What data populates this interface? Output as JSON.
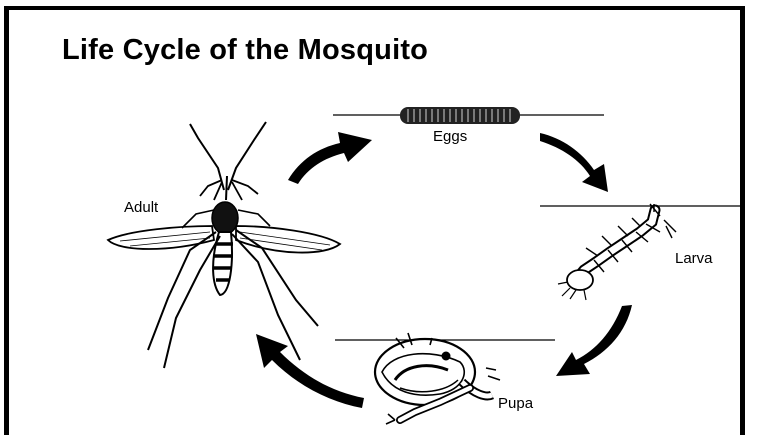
{
  "title": "Life Cycle of the Mosquito",
  "stages": {
    "eggs": "Eggs",
    "larva": "Larva",
    "pupa": "Pupa",
    "adult": "Adult"
  },
  "colors": {
    "ink": "#000000",
    "background": "#ffffff"
  },
  "icons": [
    "mosquito-adult-icon",
    "egg-raft-icon",
    "larva-icon",
    "pupa-icon",
    "cycle-arrow-icon"
  ]
}
